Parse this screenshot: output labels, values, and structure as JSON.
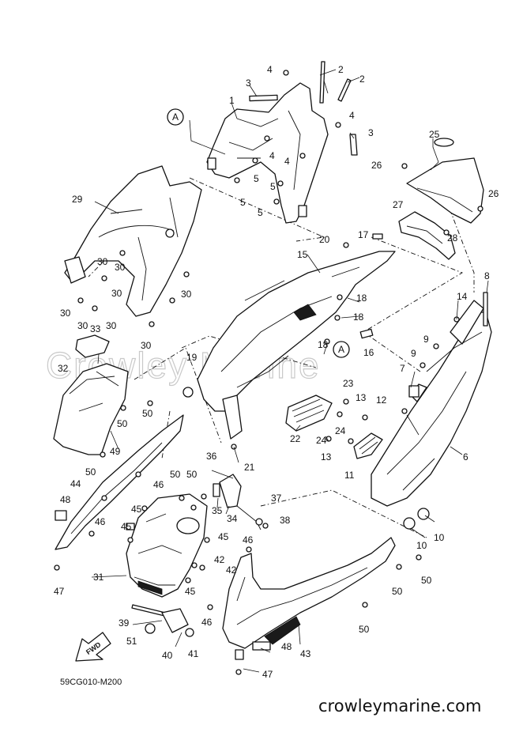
{
  "watermark": "Crowley Marine",
  "footer_url": "crowleymarine.com",
  "diagram_code": "59CG010-M200",
  "fwd_label": "FWD",
  "ref_marker": "A",
  "callouts": [
    {
      "id": "c1",
      "label": "1"
    },
    {
      "id": "c2a",
      "label": "2"
    },
    {
      "id": "c2b",
      "label": "2"
    },
    {
      "id": "c3a",
      "label": "3"
    },
    {
      "id": "c3b",
      "label": "3"
    },
    {
      "id": "c4a",
      "label": "4"
    },
    {
      "id": "c4b",
      "label": "4"
    },
    {
      "id": "c4c",
      "label": "4"
    },
    {
      "id": "c4d",
      "label": "4"
    },
    {
      "id": "c5a",
      "label": "5"
    },
    {
      "id": "c5b",
      "label": "5"
    },
    {
      "id": "c5c",
      "label": "5"
    },
    {
      "id": "c5d",
      "label": "5"
    },
    {
      "id": "c6",
      "label": "6"
    },
    {
      "id": "c7",
      "label": "7"
    },
    {
      "id": "c8",
      "label": "8"
    },
    {
      "id": "c9a",
      "label": "9"
    },
    {
      "id": "c9b",
      "label": "9"
    },
    {
      "id": "c10a",
      "label": "10"
    },
    {
      "id": "c10b",
      "label": "10"
    },
    {
      "id": "c11",
      "label": "11"
    },
    {
      "id": "c12",
      "label": "12"
    },
    {
      "id": "c13a",
      "label": "13"
    },
    {
      "id": "c13b",
      "label": "13"
    },
    {
      "id": "c14",
      "label": "14"
    },
    {
      "id": "c15",
      "label": "15"
    },
    {
      "id": "c16",
      "label": "16"
    },
    {
      "id": "c17",
      "label": "17"
    },
    {
      "id": "c18a",
      "label": "18"
    },
    {
      "id": "c18b",
      "label": "18"
    },
    {
      "id": "c18c",
      "label": "18"
    },
    {
      "id": "c19",
      "label": "19"
    },
    {
      "id": "c20",
      "label": "20"
    },
    {
      "id": "c21",
      "label": "21"
    },
    {
      "id": "c22",
      "label": "22"
    },
    {
      "id": "c23",
      "label": "23"
    },
    {
      "id": "c24a",
      "label": "24"
    },
    {
      "id": "c24b",
      "label": "24"
    },
    {
      "id": "c25",
      "label": "25"
    },
    {
      "id": "c26a",
      "label": "26"
    },
    {
      "id": "c26b",
      "label": "26"
    },
    {
      "id": "c27",
      "label": "27"
    },
    {
      "id": "c28",
      "label": "28"
    },
    {
      "id": "c29",
      "label": "29"
    },
    {
      "id": "c30a",
      "label": "30"
    },
    {
      "id": "c30b",
      "label": "30"
    },
    {
      "id": "c30c",
      "label": "30"
    },
    {
      "id": "c30d",
      "label": "30"
    },
    {
      "id": "c30e",
      "label": "30"
    },
    {
      "id": "c30f",
      "label": "30"
    },
    {
      "id": "c30g",
      "label": "30"
    },
    {
      "id": "c30h",
      "label": "30"
    },
    {
      "id": "c31",
      "label": "31"
    },
    {
      "id": "c32",
      "label": "32"
    },
    {
      "id": "c33",
      "label": "33"
    },
    {
      "id": "c34",
      "label": "34"
    },
    {
      "id": "c35",
      "label": "35"
    },
    {
      "id": "c36",
      "label": "36"
    },
    {
      "id": "c37",
      "label": "37"
    },
    {
      "id": "c38",
      "label": "38"
    },
    {
      "id": "c39",
      "label": "39"
    },
    {
      "id": "c40",
      "label": "40"
    },
    {
      "id": "c41",
      "label": "41"
    },
    {
      "id": "c42a",
      "label": "42"
    },
    {
      "id": "c42b",
      "label": "42"
    },
    {
      "id": "c43",
      "label": "43"
    },
    {
      "id": "c44",
      "label": "44"
    },
    {
      "id": "c45a",
      "label": "45"
    },
    {
      "id": "c45b",
      "label": "45"
    },
    {
      "id": "c45c",
      "label": "45"
    },
    {
      "id": "c45d",
      "label": "45"
    },
    {
      "id": "c46a",
      "label": "46"
    },
    {
      "id": "c46b",
      "label": "46"
    },
    {
      "id": "c46c",
      "label": "46"
    },
    {
      "id": "c46d",
      "label": "46"
    },
    {
      "id": "c47a",
      "label": "47"
    },
    {
      "id": "c47b",
      "label": "47"
    },
    {
      "id": "c48a",
      "label": "48"
    },
    {
      "id": "c48b",
      "label": "48"
    },
    {
      "id": "c49",
      "label": "49"
    },
    {
      "id": "c50a",
      "label": "50"
    },
    {
      "id": "c50b",
      "label": "50"
    },
    {
      "id": "c50c",
      "label": "50"
    },
    {
      "id": "c50d",
      "label": "50"
    },
    {
      "id": "c50e",
      "label": "50"
    },
    {
      "id": "c50f",
      "label": "50"
    },
    {
      "id": "c50g",
      "label": "50"
    },
    {
      "id": "c50h",
      "label": "50"
    },
    {
      "id": "c51",
      "label": "51"
    }
  ]
}
